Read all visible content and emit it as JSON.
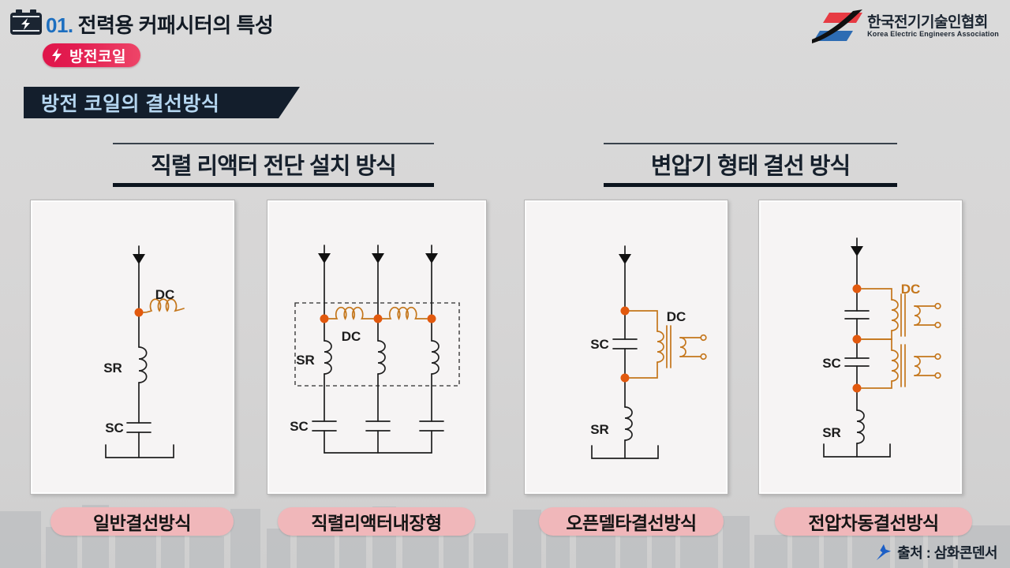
{
  "header": {
    "number": "01.",
    "title": "전력용 커패시터의 특성",
    "badge": "방전코일"
  },
  "logo": {
    "title": "한국전기기술인협회",
    "subtitle": "Korea Electric Engineers Association"
  },
  "banner": {
    "title": "방전 코일의 결선방식"
  },
  "sections": [
    {
      "title": "직렬 리액터 전단 설치 방식"
    },
    {
      "title": "변압기 형태 결선 방식"
    }
  ],
  "diagrams": [
    {
      "caption": "일반결선방식",
      "labels": {
        "dc": "DC",
        "sr": "SR",
        "sc": "SC"
      }
    },
    {
      "caption": "직렬리액터내장형",
      "labels": {
        "dc": "DC",
        "sr": "SR",
        "sc": "SC"
      }
    },
    {
      "caption": "오픈델타결선방식",
      "labels": {
        "dc": "DC",
        "sr": "SR",
        "sc": "SC"
      }
    },
    {
      "caption": "전압차동결선방식",
      "labels": {
        "dc": "DC",
        "sr": "SR",
        "sc": "SC"
      }
    }
  ],
  "source": {
    "text": "출처 : 삼화콘덴서"
  },
  "colors": {
    "accent_number_blue": "#1d6fc0",
    "badge_red": "#e0154a",
    "banner_navy": "#131e2c",
    "banner_text_blue": "#b5d6f0",
    "pill_pink": "#f0b7ba",
    "circuit_orange": "#c4761b",
    "junction_dot_orange": "#e2590e",
    "source_pin_blue": "#1c5fc6"
  }
}
